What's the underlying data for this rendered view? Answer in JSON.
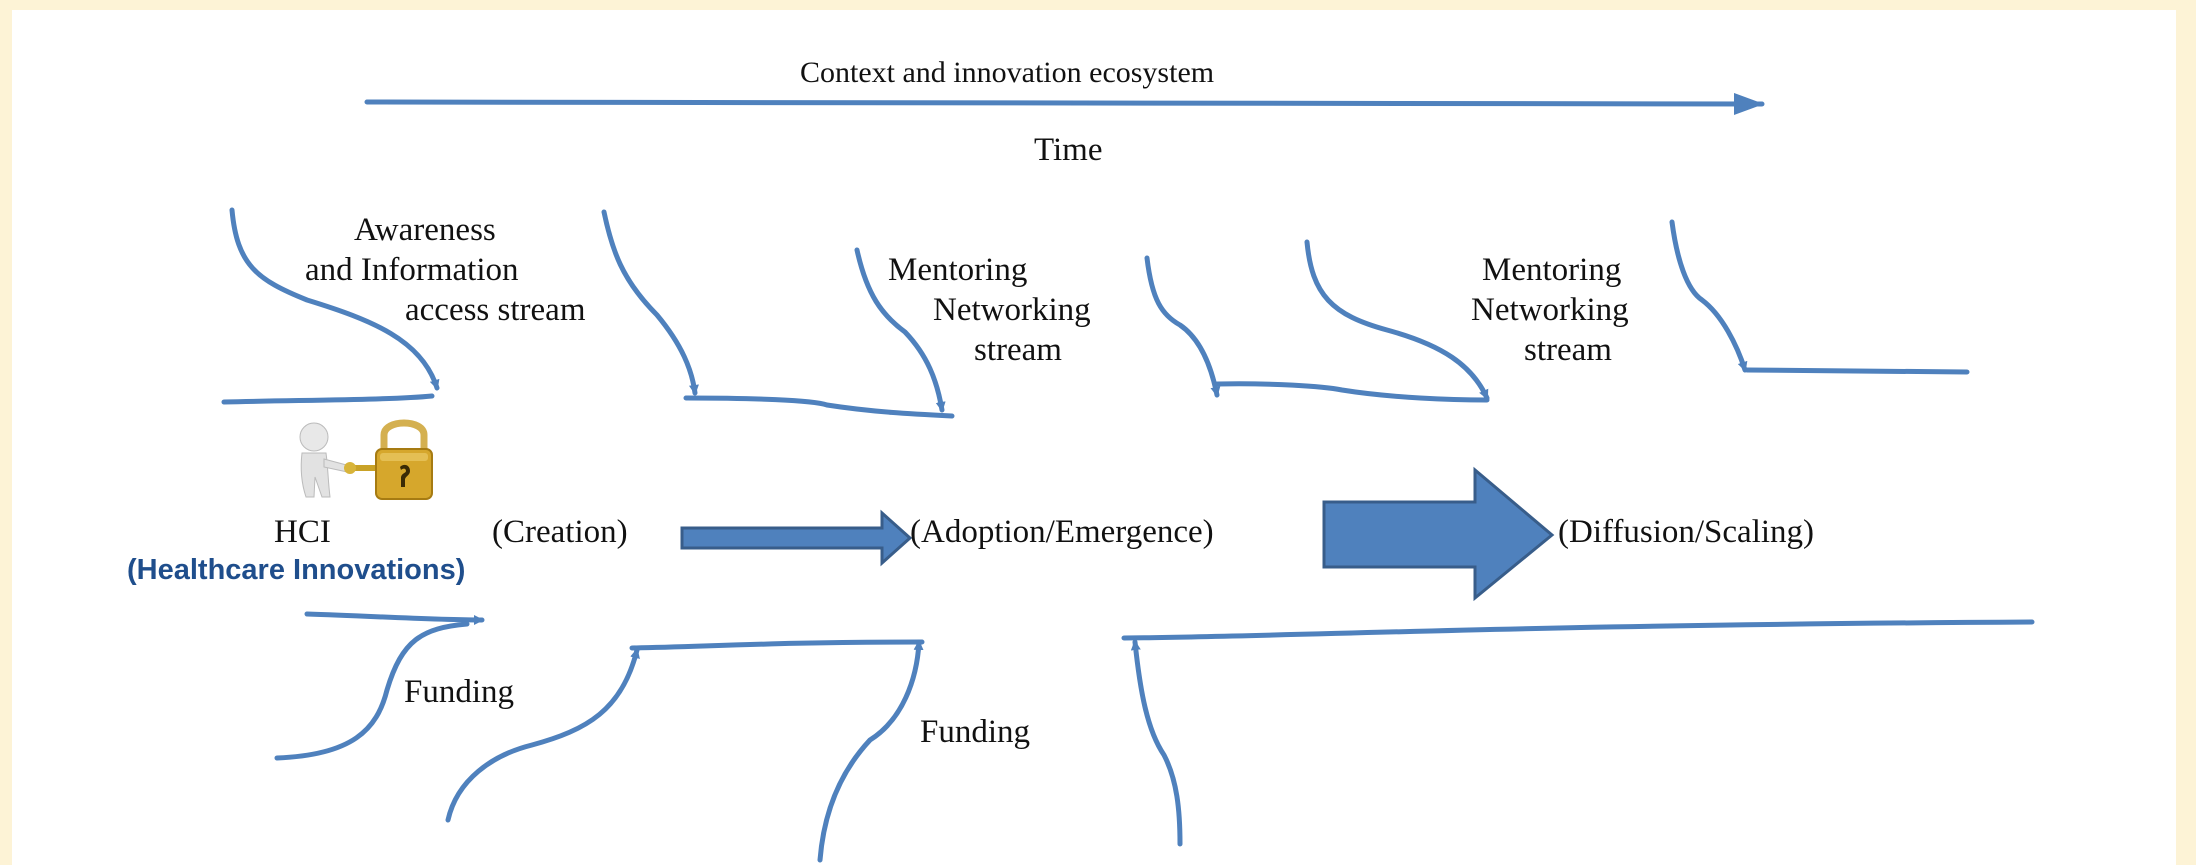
{
  "header": {
    "context_label": "Context and innovation ecosystem",
    "time_label": "Time"
  },
  "streams": {
    "awareness": [
      "Awareness",
      "and Information",
      "access stream"
    ],
    "mentoring_1": [
      "Mentoring",
      "Networking",
      "stream"
    ],
    "mentoring_2": [
      "Mentoring",
      "Networking",
      "stream"
    ]
  },
  "stages": {
    "hci": "HCI",
    "hci_subtitle": "(Healthcare Innovations)",
    "creation": "(Creation)",
    "adoption": "(Adoption/Emergence)",
    "diffusion": "(Diffusion/Scaling)"
  },
  "funding": {
    "left": "Funding",
    "middle": "Funding"
  },
  "colors": {
    "arrow_blue": "#4f81bd",
    "arrow_dark": "#385d8a",
    "subtitle_blue": "#1f4e8c",
    "frame": "#fdf3d6"
  }
}
